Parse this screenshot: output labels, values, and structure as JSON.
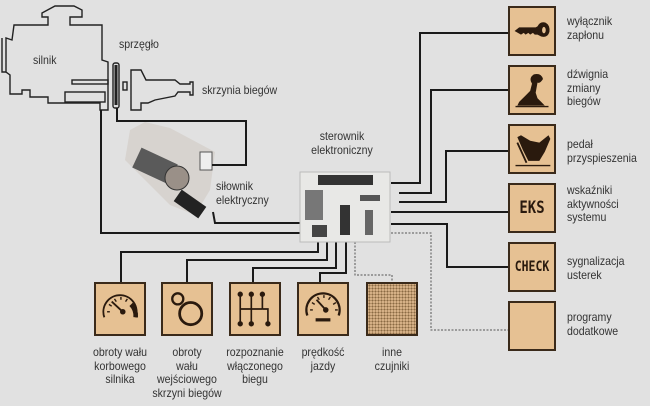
{
  "diagram": {
    "components": {
      "engine": "silnik",
      "clutch": "sprzęgło",
      "gearbox": "skrzynia biegów",
      "actuator": [
        "siłownik",
        "elektryczny"
      ],
      "controller": [
        "sterownik",
        "elektroniczny"
      ]
    },
    "inputs_right": [
      {
        "icon": "key-icon",
        "label": [
          "wyłącznik",
          "zapłonu"
        ]
      },
      {
        "icon": "gear-lever-icon",
        "label": [
          "dźwignia",
          "zmiany",
          "biegów"
        ]
      },
      {
        "icon": "accelerator-pedal-icon",
        "label": [
          "pedał",
          "przyspieszenia"
        ]
      },
      {
        "icon": "eks-display-icon",
        "icon_text": "EKS",
        "label": [
          "wskaźniki",
          "aktywności",
          "systemu"
        ]
      },
      {
        "icon": "check-display-icon",
        "icon_text": "CHECK",
        "label": [
          "sygnalizacja",
          "usterek"
        ]
      },
      {
        "icon": "blank-icon",
        "label": [
          "programy",
          "dodatkowe"
        ],
        "connection": "dotted"
      }
    ],
    "sensors_bottom": [
      {
        "icon": "tachometer-icon",
        "label": [
          "obroty wału",
          "korbowego",
          "silnika"
        ]
      },
      {
        "icon": "shaft-rotation-icon",
        "label": [
          "obroty",
          "wału",
          "wejściowego",
          "skrzyni biegów"
        ]
      },
      {
        "icon": "gear-pattern-icon",
        "label": [
          "rozpoznanie",
          "włączonego",
          "biegu"
        ]
      },
      {
        "icon": "speedometer-icon",
        "label": [
          "prędkość",
          "jazdy"
        ]
      },
      {
        "icon": "other-sensors-icon",
        "label": [
          "inne",
          "czujniki"
        ],
        "connection": "dotted"
      }
    ],
    "colors": {
      "background": "#e1e1e1",
      "box_fill": "#e6c193",
      "box_border": "#3a2a1a",
      "line": "#1a1a1a"
    }
  }
}
